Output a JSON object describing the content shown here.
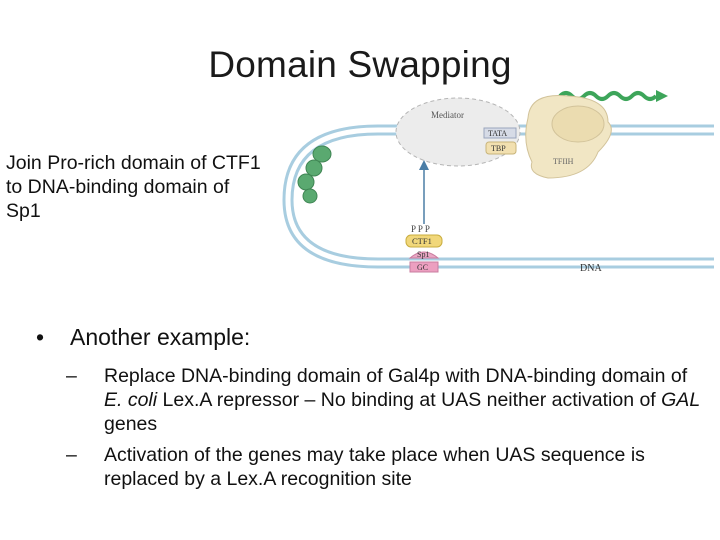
{
  "slide": {
    "title": "Domain Swapping",
    "side_note": "Join Pro-rich domain of CTF1 to DNA-binding domain of Sp1",
    "diagram": {
      "labels": {
        "mediator": "Mediator",
        "tata": "TATA",
        "tbp": "TBP",
        "tfiih": "TFIIH",
        "ppp": "P P P",
        "ctf1": "CTF1",
        "sp1": "Sp1",
        "gc": "GC",
        "dna": "DNA"
      },
      "colors": {
        "dna_strand": "#a8cde0",
        "mediator_fill": "#ececec",
        "polymerase_fill": "#f1e6c4",
        "rna": "#3da55a",
        "activator_green": "#5aa970",
        "arrow": "#4a7da6"
      }
    },
    "bullet": {
      "marker": "•",
      "text": "Another example:"
    },
    "sub_bullets": [
      {
        "marker": "–",
        "parts": [
          {
            "text": "Replace DNA-binding domain of Gal4p with DNA-binding domain of ",
            "italic": false
          },
          {
            "text": "E. coli",
            "italic": true
          },
          {
            "text": " Lex.A repressor – No binding at UAS neither activation of ",
            "italic": false
          },
          {
            "text": "GAL",
            "italic": true
          },
          {
            "text": " genes",
            "italic": false
          }
        ]
      },
      {
        "marker": "–",
        "parts": [
          {
            "text": "Activation of the genes may take place when UAS sequence is replaced by a Lex.A recognition site",
            "italic": false
          }
        ]
      }
    ]
  }
}
